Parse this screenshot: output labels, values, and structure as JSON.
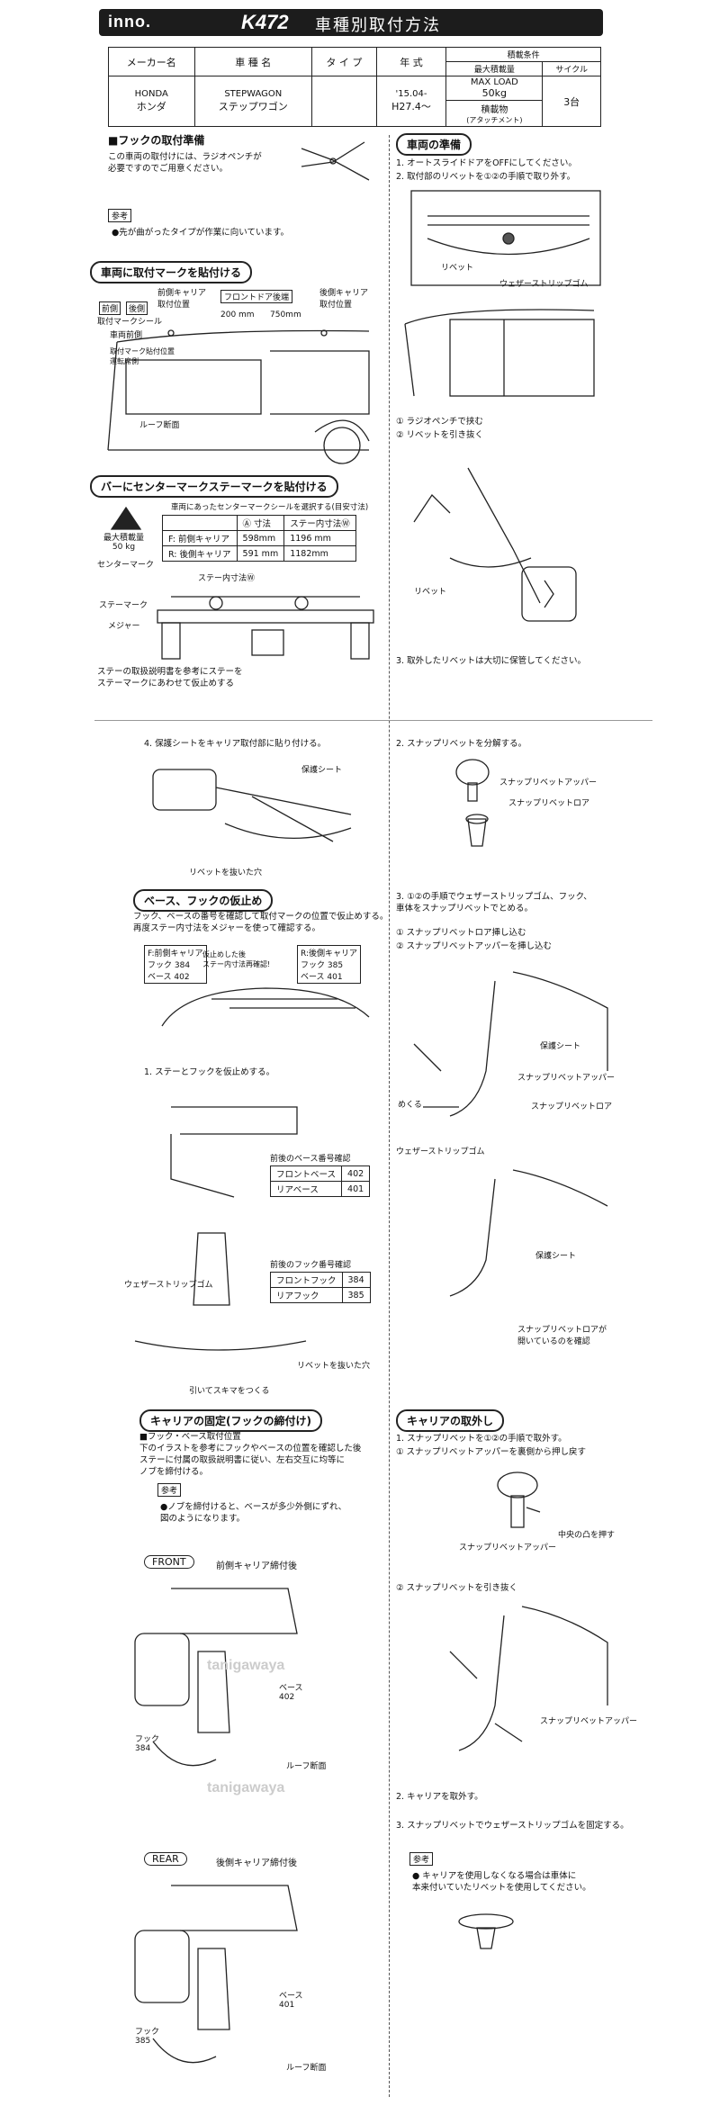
{
  "header": {
    "logo": "inno.",
    "model": "K472",
    "title": "車種別取付方法"
  },
  "spec": {
    "headers": [
      "メーカー名",
      "車 種 名",
      "タ イ プ",
      "年 式"
    ],
    "conditions_label": "積載条件",
    "max_load_label": "最大積載量",
    "cycle_label": "サイクル",
    "maker_en": "HONDA",
    "maker_jp": "ホンダ",
    "car_en": "STEPWAGON",
    "car_jp": "ステップワゴン",
    "type": "",
    "year_code": "'15.04-",
    "year": "H27.4〜",
    "max_load": "MAX LOAD",
    "max_load_value": "50kg",
    "cargo_note": "積載物",
    "attachment": "(アタッチメント)",
    "cycle": "3台"
  },
  "left": {
    "hook_title": "■フックの取付準備",
    "hook_text": "この車両の取付けには、ラジオペンチが\n必要ですのでご用意ください。",
    "ref_label": "参考",
    "ref_text": "●先が曲がったタイプが作業に向いています。",
    "mark_title": "車両に取付マークを貼付ける",
    "mark_labels": {
      "front": "前側",
      "rear": "後側",
      "seal": "取付マークシール",
      "front_carrier": "前側キャリア\n取付位置",
      "front_door": "フロントドア後端",
      "rear_carrier": "後側キャリア\n取付位置",
      "d200": "200 mm",
      "d750": "750mm",
      "front_ref": "車両前側",
      "roof_section": "ルーフ断面",
      "mark_pos": "取付マーク貼付位置\n運転席側"
    },
    "center_title": "バーにセンターマークステーマークを貼付ける",
    "center_select": "車両にあったセンターマークシールを選択する(目安寸法)",
    "center_table": {
      "head": [
        "",
        "Ⓐ 寸法",
        "ステー内寸法Ⓦ"
      ],
      "rows": [
        [
          "F: 前側キャリア",
          "598mm",
          "1196 mm"
        ],
        [
          "R: 後側キャリア",
          "591 mm",
          "1182mm"
        ]
      ]
    },
    "max_load_mark": "最大積載量\n50 kg",
    "center_mark": "センターマーク",
    "stay_mark": "ステーマーク",
    "measure": "メジャー",
    "stay_inner": "ステー内寸法Ⓦ",
    "stay_note": "ステーの取扱説明書を参考にステーを\nステーマークにあわせて仮止めする",
    "step4": "4. 保護シートをキャリア取付部に貼り付ける。",
    "protect_sheet": "保護シート",
    "rivet_hole": "リベットを抜いた穴",
    "temp_title": "ベース、フックの仮止め",
    "temp_text": "フック、ベースの番号を確認して取付マークの位置で仮止めする。\n再度ステー内寸法をメジャーを使って確認する。",
    "front_box": "F:前側キャリア\nフック 384\nベース 402",
    "rear_box": "R:後側キャリア\nフック 385\nベース 401",
    "temp_note": "仮止めした後\nステー内寸法再確認!",
    "step1": "1. ステーとフックを仮止めする。",
    "base_check": "前後のベース番号確認",
    "base_table": [
      [
        "フロントベース",
        "402"
      ],
      [
        "リアベース",
        "401"
      ]
    ],
    "hook_check": "前後のフック番号確認",
    "hook_table": [
      [
        "フロントフック",
        "384"
      ],
      [
        "リアフック",
        "385"
      ]
    ],
    "weather_strip": "ウェザーストリップゴム",
    "rivet_hole2": "リベットを抜いた穴",
    "pull_gap": "引いてスキマをつくる",
    "fix_title": "キャリアの固定(フックの締付け)",
    "fix_sub": "■フック・ベース取付位置",
    "fix_text": "下のイラストを参考にフックやベースの位置を確認した後\nステーに付属の取扱説明書に従い、左右交互に均等に\nノブを締付ける。",
    "fix_ref": "●ノブを締付けると、ベースが多少外側にずれ、\n図のようになります。",
    "front_label": "FRONT",
    "front_desc": "前側キャリア締付後",
    "base402": "ベース\n402",
    "hook384": "フック\n384",
    "roof_sec": "ルーフ断面",
    "rear_label": "REAR",
    "rear_desc": "後側キャリア締付後",
    "base401": "ベース\n401",
    "hook385": "フック\n385",
    "roof_sec2": "ルーフ断面",
    "watermark": "tanigawaya"
  },
  "right": {
    "prep_title": "車両の準備",
    "prep1": "1. オートスライドドアをOFFにしてください。",
    "prep2": "2. 取付部のリベットを①②の手順で取り外す。",
    "rivet": "リベット",
    "weather": "ウェザーストリップゴム",
    "step_a": "① ラジオペンチで挟む",
    "step_b": "② リベットを引き抜く",
    "rivet2": "リベット",
    "prep3": "3. 取外したリベットは大切に保管してください。",
    "snap2": "2. スナップリベットを分解する。",
    "snap_upper": "スナップリベットアッパー",
    "snap_lower": "スナップリベットロア",
    "snap3": "3. ①②の手順でウェザーストリップゴム、フック、\n車体をスナップリベットでとめる。",
    "snap3a": "① スナップリベットロア挿し込む",
    "snap3b": "② スナップリベットアッパーを挿し込む",
    "protect": "保護シート",
    "snap_upper2": "スナップリベットアッパー",
    "snap_lower2": "スナップリベットロア",
    "peel": "めくる",
    "weather2": "ウェザーストリップゴム",
    "protect2": "保護シート",
    "open_check": "スナップリベットロアが\n開いているのを確認",
    "remove_title": "キャリアの取外し",
    "rm1": "1. スナップリベットを①②の手順で取外す。",
    "rm1a": "① スナップリベットアッパーを裏側から押し戻す",
    "center_push": "中央の凸を押す",
    "snap_upper3": "スナップリベットアッパー",
    "rm1b": "② スナップリベットを引き抜く",
    "snap_upper4": "スナップリベットアッパー",
    "rm2": "2. キャリアを取外す。",
    "rm3": "3. スナップリベットでウェザーストリップゴムを固定する。",
    "ref_label": "参考",
    "rm_ref": "● キャリアを使用しなくなる場合は車体に\n本来付いていたリベットを使用してください。"
  }
}
